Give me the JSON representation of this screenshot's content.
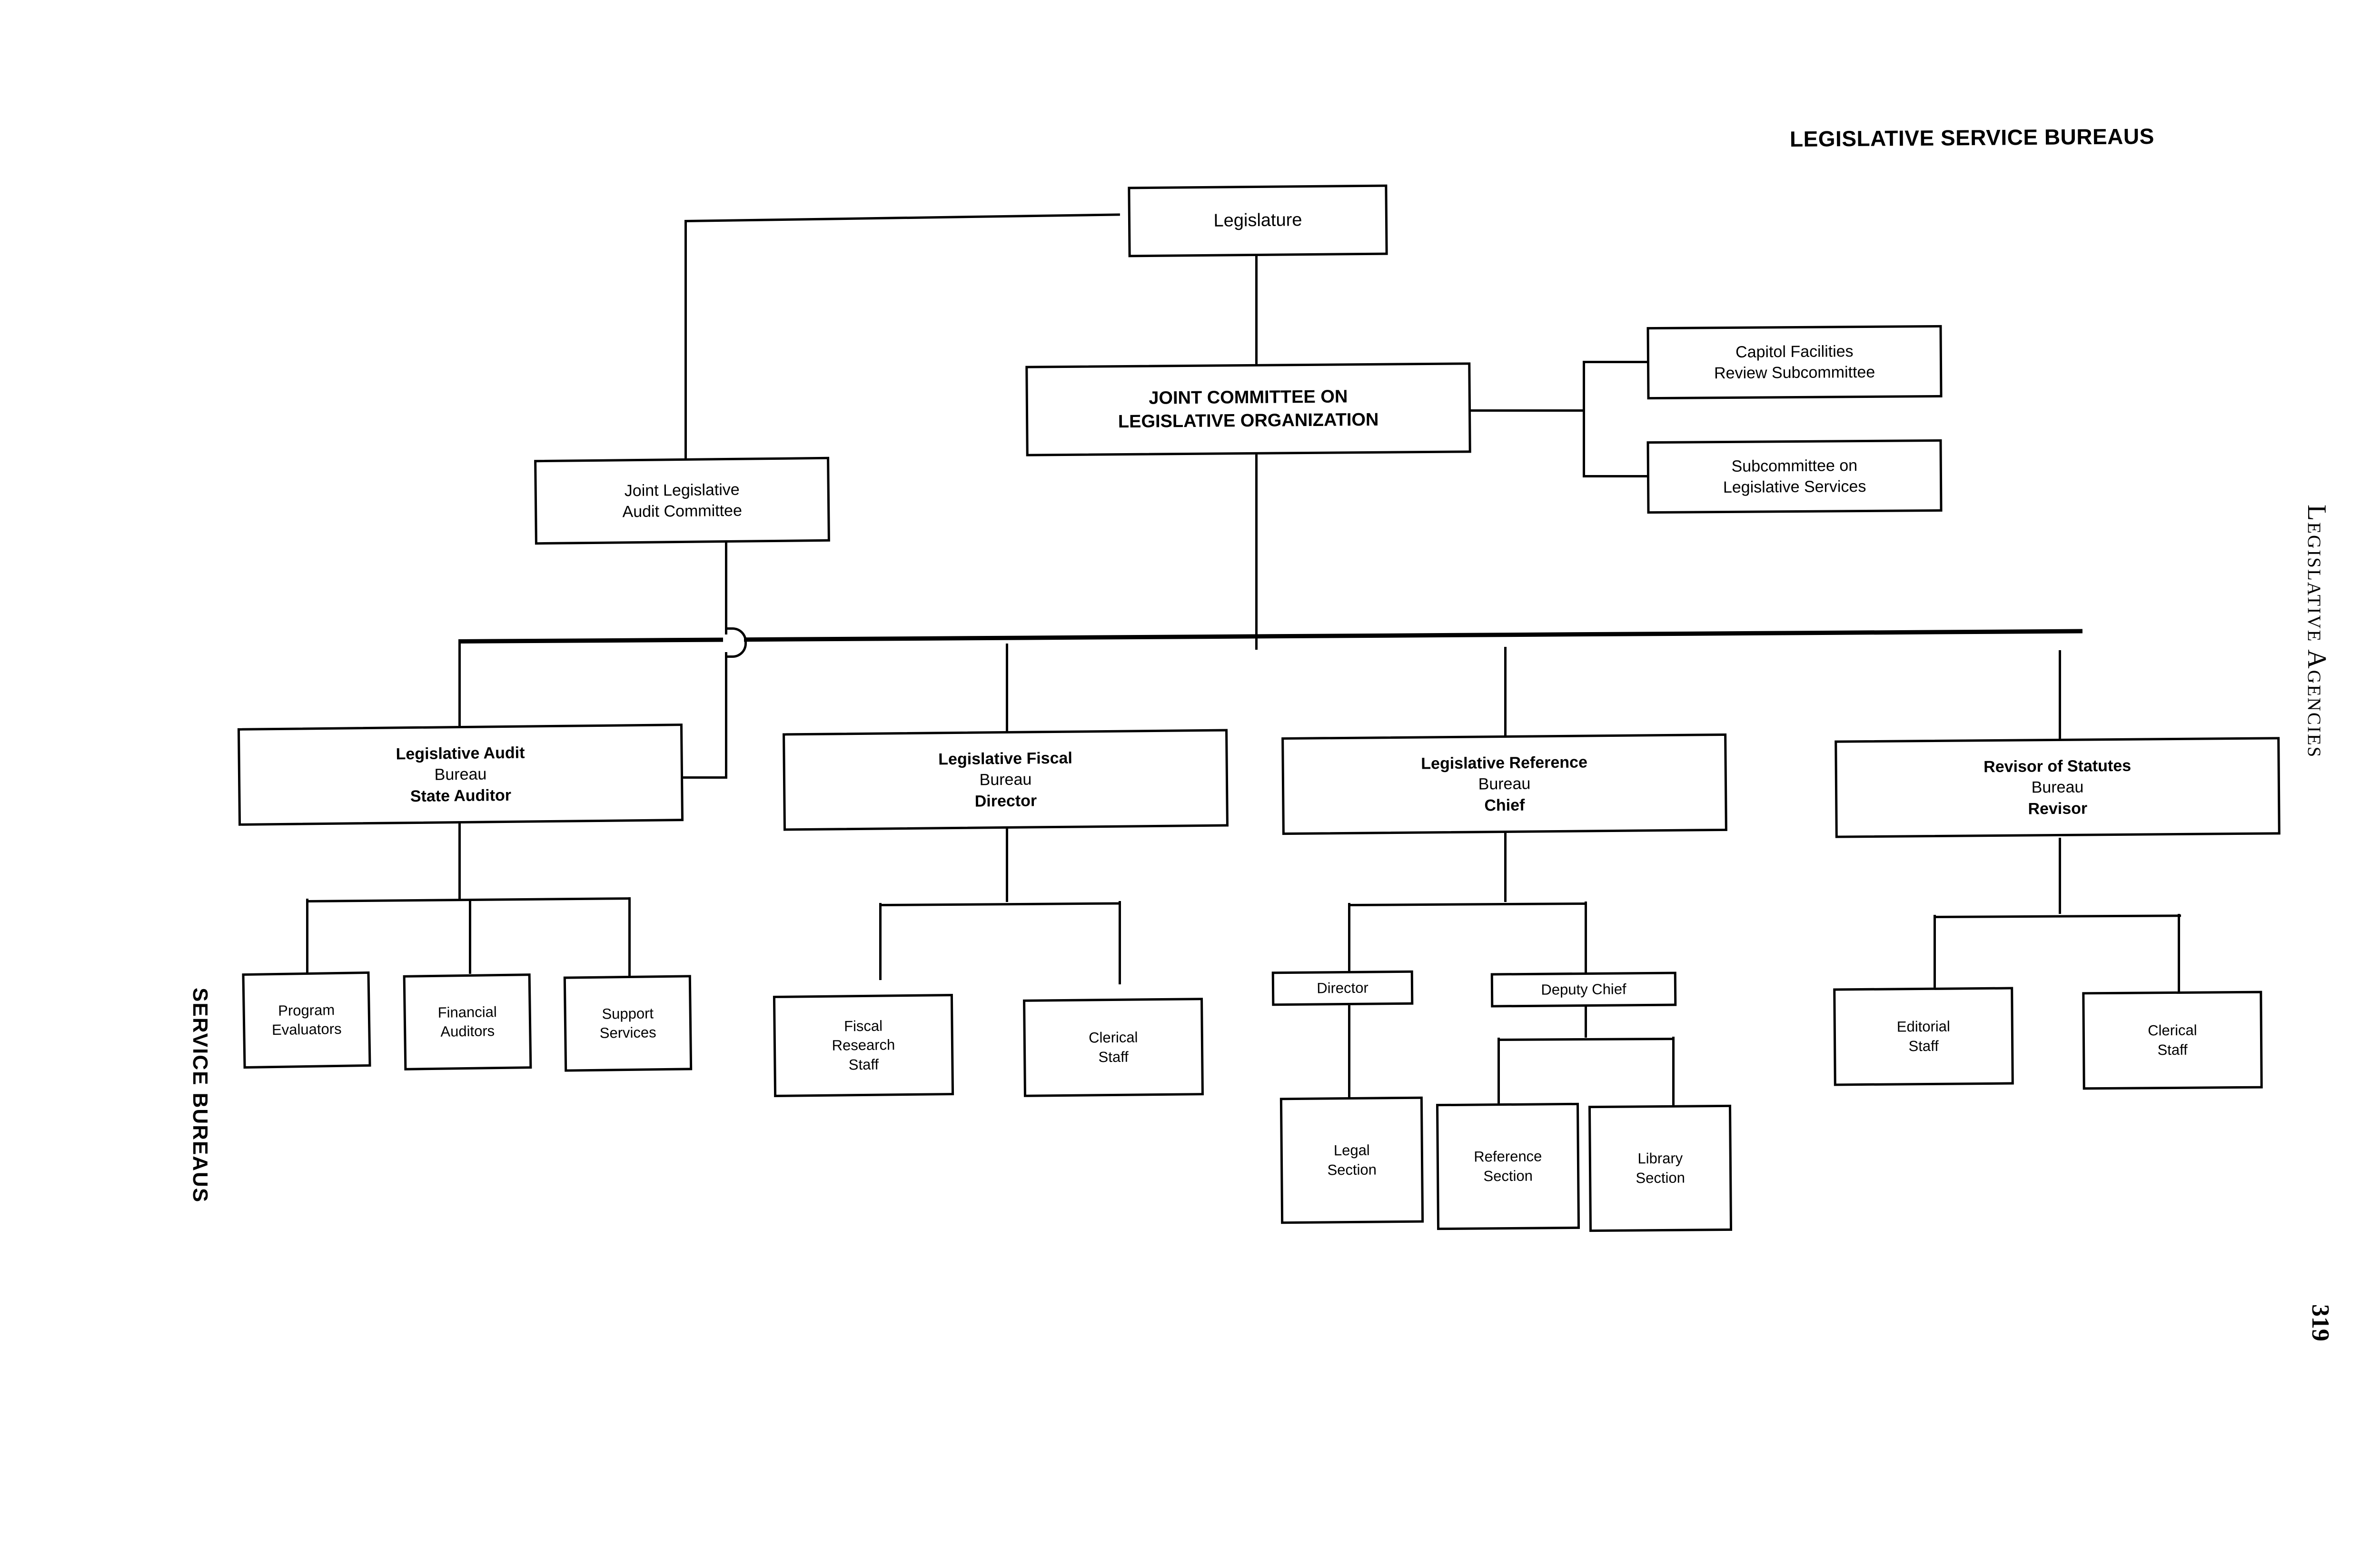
{
  "document": {
    "title": "LEGISLATIVE SERVICE BUREAUS",
    "side_label_right": "Legislative Agencies",
    "side_label_left": "SERVICE BUREAUS",
    "page_number": "319"
  },
  "chart_data": {
    "type": "diagram",
    "diagram_kind": "organizational-chart",
    "title": "LEGISLATIVE SERVICE BUREAUS",
    "nodes": [
      {
        "id": "legislature",
        "lines": [
          {
            "text": "Legislature",
            "bold": false
          }
        ]
      },
      {
        "id": "joint-committee",
        "lines": [
          {
            "text": "JOINT COMMITTEE ON",
            "bold": true
          },
          {
            "text": "LEGISLATIVE ORGANIZATION",
            "bold": true
          }
        ]
      },
      {
        "id": "capitol-facilities",
        "lines": [
          {
            "text": "Capitol Facilities",
            "bold": false
          },
          {
            "text": "Review Subcommittee",
            "bold": false
          }
        ]
      },
      {
        "id": "legislative-services",
        "lines": [
          {
            "text": "Subcommittee on",
            "bold": false
          },
          {
            "text": "Legislative Services",
            "bold": false
          }
        ]
      },
      {
        "id": "joint-audit-committee",
        "lines": [
          {
            "text": "Joint Legislative",
            "bold": false
          },
          {
            "text": "Audit Committee",
            "bold": false
          }
        ]
      },
      {
        "id": "audit-bureau",
        "lines": [
          {
            "text": "Legislative Audit",
            "bold": true
          },
          {
            "text": "Bureau",
            "bold": false
          },
          {
            "text": "State Auditor",
            "bold": true
          }
        ]
      },
      {
        "id": "fiscal-bureau",
        "lines": [
          {
            "text": "Legislative Fiscal",
            "bold": true
          },
          {
            "text": "Bureau",
            "bold": false
          },
          {
            "text": "Director",
            "bold": true
          }
        ]
      },
      {
        "id": "reference-bureau",
        "lines": [
          {
            "text": "Legislative Reference",
            "bold": true
          },
          {
            "text": "Bureau",
            "bold": false
          },
          {
            "text": "Chief",
            "bold": true
          }
        ]
      },
      {
        "id": "revisor-bureau",
        "lines": [
          {
            "text": "Revisor of Statutes",
            "bold": true
          },
          {
            "text": "Bureau",
            "bold": false
          },
          {
            "text": "Revisor",
            "bold": true
          }
        ]
      },
      {
        "id": "program-evaluators",
        "lines": [
          {
            "text": "Program",
            "bold": false
          },
          {
            "text": "Evaluators",
            "bold": false
          }
        ]
      },
      {
        "id": "financial-auditors",
        "lines": [
          {
            "text": "Financial",
            "bold": false
          },
          {
            "text": "Auditors",
            "bold": false
          }
        ]
      },
      {
        "id": "support-services",
        "lines": [
          {
            "text": "Support",
            "bold": false
          },
          {
            "text": "Services",
            "bold": false
          }
        ]
      },
      {
        "id": "fiscal-research-staff",
        "lines": [
          {
            "text": "Fiscal",
            "bold": false
          },
          {
            "text": "Research",
            "bold": false
          },
          {
            "text": "Staff",
            "bold": false
          }
        ]
      },
      {
        "id": "fiscal-clerical-staff",
        "lines": [
          {
            "text": "Clerical",
            "bold": false
          },
          {
            "text": "Staff",
            "bold": false
          }
        ]
      },
      {
        "id": "reference-director",
        "lines": [
          {
            "text": "Director",
            "bold": false
          }
        ]
      },
      {
        "id": "deputy-chief",
        "lines": [
          {
            "text": "Deputy Chief",
            "bold": false
          }
        ]
      },
      {
        "id": "legal-section",
        "lines": [
          {
            "text": "Legal",
            "bold": false
          },
          {
            "text": "Section",
            "bold": false
          }
        ]
      },
      {
        "id": "reference-section",
        "lines": [
          {
            "text": "Reference",
            "bold": false
          },
          {
            "text": "Section",
            "bold": false
          }
        ]
      },
      {
        "id": "library-section",
        "lines": [
          {
            "text": "Library",
            "bold": false
          },
          {
            "text": "Section",
            "bold": false
          }
        ]
      },
      {
        "id": "editorial-staff",
        "lines": [
          {
            "text": "Editorial",
            "bold": false
          },
          {
            "text": "Staff",
            "bold": false
          }
        ]
      },
      {
        "id": "revisor-clerical-staff",
        "lines": [
          {
            "text": "Clerical",
            "bold": false
          },
          {
            "text": "Staff",
            "bold": false
          }
        ]
      }
    ],
    "edges": [
      {
        "from": "legislature",
        "to": "joint-committee"
      },
      {
        "from": "legislature",
        "to": "joint-audit-committee"
      },
      {
        "from": "joint-committee",
        "to": "capitol-facilities"
      },
      {
        "from": "joint-committee",
        "to": "legislative-services"
      },
      {
        "from": "joint-committee",
        "to": "audit-bureau"
      },
      {
        "from": "joint-committee",
        "to": "fiscal-bureau"
      },
      {
        "from": "joint-committee",
        "to": "reference-bureau"
      },
      {
        "from": "joint-committee",
        "to": "revisor-bureau"
      },
      {
        "from": "joint-audit-committee",
        "to": "audit-bureau"
      },
      {
        "from": "audit-bureau",
        "to": "program-evaluators"
      },
      {
        "from": "audit-bureau",
        "to": "financial-auditors"
      },
      {
        "from": "audit-bureau",
        "to": "support-services"
      },
      {
        "from": "fiscal-bureau",
        "to": "fiscal-research-staff"
      },
      {
        "from": "fiscal-bureau",
        "to": "fiscal-clerical-staff"
      },
      {
        "from": "reference-bureau",
        "to": "reference-director"
      },
      {
        "from": "reference-bureau",
        "to": "deputy-chief"
      },
      {
        "from": "reference-director",
        "to": "legal-section"
      },
      {
        "from": "deputy-chief",
        "to": "reference-section"
      },
      {
        "from": "deputy-chief",
        "to": "library-section"
      },
      {
        "from": "revisor-bureau",
        "to": "editorial-staff"
      },
      {
        "from": "revisor-bureau",
        "to": "revisor-clerical-staff"
      }
    ],
    "colors": {
      "line": "#000000",
      "background": "#ffffff",
      "text": "#000000"
    }
  },
  "nodes": {
    "legislature": {
      "l0": "Legislature"
    },
    "joint_committee": {
      "l0": "JOINT COMMITTEE ON",
      "l1": "LEGISLATIVE ORGANIZATION"
    },
    "capitol_facilities": {
      "l0": "Capitol Facilities",
      "l1": "Review Subcommittee"
    },
    "legislative_services": {
      "l0": "Subcommittee on",
      "l1": "Legislative Services"
    },
    "joint_audit_committee": {
      "l0": "Joint Legislative",
      "l1": "Audit Committee"
    },
    "audit_bureau": {
      "l0": "Legislative Audit",
      "l1": "Bureau",
      "l2": "State Auditor"
    },
    "fiscal_bureau": {
      "l0": "Legislative Fiscal",
      "l1": "Bureau",
      "l2": "Director"
    },
    "reference_bureau": {
      "l0": "Legislative Reference",
      "l1": "Bureau",
      "l2": "Chief"
    },
    "revisor_bureau": {
      "l0": "Revisor of Statutes",
      "l1": "Bureau",
      "l2": "Revisor"
    },
    "program_evaluators": {
      "l0": "Program",
      "l1": "Evaluators"
    },
    "financial_auditors": {
      "l0": "Financial",
      "l1": "Auditors"
    },
    "support_services": {
      "l0": "Support",
      "l1": "Services"
    },
    "fiscal_research_staff": {
      "l0": "Fiscal",
      "l1": "Research",
      "l2": "Staff"
    },
    "fiscal_clerical_staff": {
      "l0": "Clerical",
      "l1": "Staff"
    },
    "reference_director": {
      "l0": "Director"
    },
    "deputy_chief": {
      "l0": "Deputy Chief"
    },
    "legal_section": {
      "l0": "Legal",
      "l1": "Section"
    },
    "reference_section": {
      "l0": "Reference",
      "l1": "Section"
    },
    "library_section": {
      "l0": "Library",
      "l1": "Section"
    },
    "editorial_staff": {
      "l0": "Editorial",
      "l1": "Staff"
    },
    "revisor_clerical_staff": {
      "l0": "Clerical",
      "l1": "Staff"
    }
  }
}
